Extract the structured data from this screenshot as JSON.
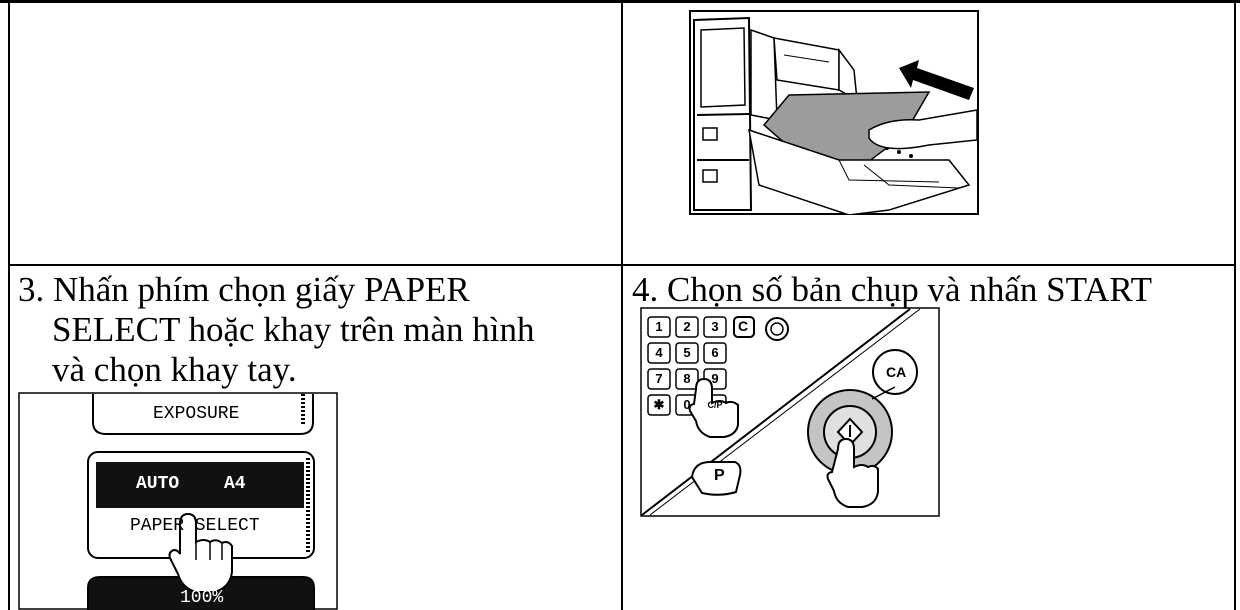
{
  "step3": {
    "lines": [
      "3. Nhấn phím chọn giấy PAPER",
      "SELECT hoặc khay trên màn hình",
      "và chọn khay tay."
    ],
    "panel": {
      "exposure_label": "EXPOSURE",
      "auto_label": "AUTO",
      "size_label": "A4",
      "paper_select_label": "PAPER SELECT",
      "percent_label": "100%"
    }
  },
  "step4": {
    "lines": [
      "4.  Chọn số bản chụp và nhấn START"
    ],
    "keypad": {
      "keys": [
        "1",
        "2",
        "3",
        "4",
        "5",
        "6",
        "7",
        "8",
        "9",
        "✱",
        "0",
        "C/P"
      ],
      "clear_label": "C",
      "ca_label": "CA",
      "program_label": "P"
    }
  }
}
